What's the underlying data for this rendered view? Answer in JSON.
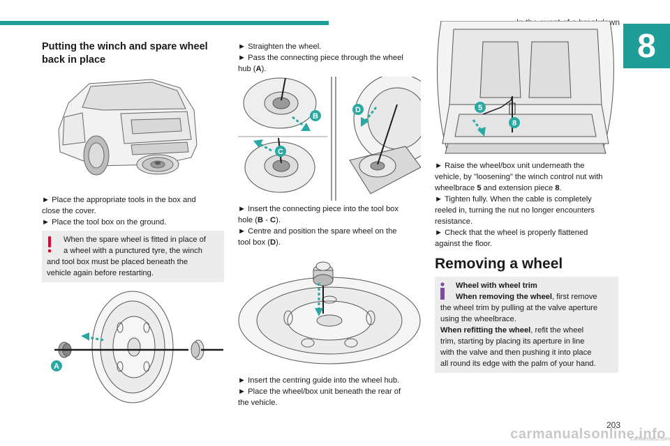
{
  "header": {
    "section": "In the event of a breakdown",
    "chapter": "8"
  },
  "left": {
    "heading": "Putting the winch and spare wheel back in place",
    "heading_line1": "Putting the winch and spare wheel",
    "heading_line2": "back in place",
    "step1": "► Place the appropriate tools in the box and close the cover.",
    "step1_l1": "► Place the appropriate tools in the box and",
    "step1_l2": "close the cover.",
    "step2": "► Place the tool box on the ground.",
    "warning_l1": "When the spare wheel is fitted in place of",
    "warning_l2": "a wheel with a punctured tyre, the winch",
    "warning_l3": "and tool box must be placed beneath the",
    "warning_l4": "vehicle again before restarting.",
    "callout_a": "A"
  },
  "middle": {
    "step1": "► Straighten the wheel.",
    "step2_l1": "► Pass the connecting piece through the wheel",
    "step2_l2_pre": "hub (",
    "step2_l2_bold": "A",
    "step2_l2_post": ").",
    "callout_b": "B",
    "callout_c": "C",
    "callout_d": "D",
    "step3_l1": "► Insert the connecting piece into the tool box",
    "step3_l2_pre": "hole (",
    "step3_l2_b1": "B",
    "step3_l2_mid": " - ",
    "step3_l2_b2": "C",
    "step3_l2_post": ").",
    "step4_l1": "► Centre and position the spare wheel on the",
    "step4_l2_pre": "tool box (",
    "step4_l2_bold": "D",
    "step4_l2_post": ").",
    "step5": "► Insert the centring guide into the wheel hub.",
    "step6_l1": "► Place the wheel/box unit beneath the rear of",
    "step6_l2": "the vehicle."
  },
  "right": {
    "callout_5": "5",
    "callout_8": "8",
    "step1_l1": "► Raise the wheel/box unit underneath the",
    "step1_l2": "vehicle, by \"loosening\" the winch control nut with",
    "step1_l3_pre": "wheelbrace ",
    "step1_l3_b1": "5",
    "step1_l3_mid": " and extension piece ",
    "step1_l3_b2": "8",
    "step1_l3_post": ".",
    "step2_l1": "► Tighten fully. When the cable is completely",
    "step2_l2": "reeled in, turning the nut no longer encounters",
    "step2_l3": "resistance.",
    "step3_l1": "► Check that the wheel is properly flattened",
    "step3_l2": "against the floor.",
    "heading": "Removing a wheel",
    "info_title": "Wheel with wheel trim",
    "info_b1": "When removing the wheel",
    "info_t1": ", first remove",
    "info_l2": "the wheel trim by pulling at the valve aperture",
    "info_l3": "using the wheelbrace.",
    "info_b2": "When refitting the wheel",
    "info_t2": ", refit the wheel",
    "info_l5": "trim, starting by placing its aperture in line",
    "info_l6": "with the valve and then pushing it into place",
    "info_l7": "all round its edge with the palm of your hand."
  },
  "footer": {
    "page": "203",
    "watermark": "carmanualsonline.info",
    "watermark_small": "CarManuals2.com"
  },
  "colors": {
    "accent": "#1f9e99",
    "warning": "#e4002b",
    "info": "#7d4ba3",
    "callout": "#2aa9a3",
    "note_bg": "#ececec"
  }
}
